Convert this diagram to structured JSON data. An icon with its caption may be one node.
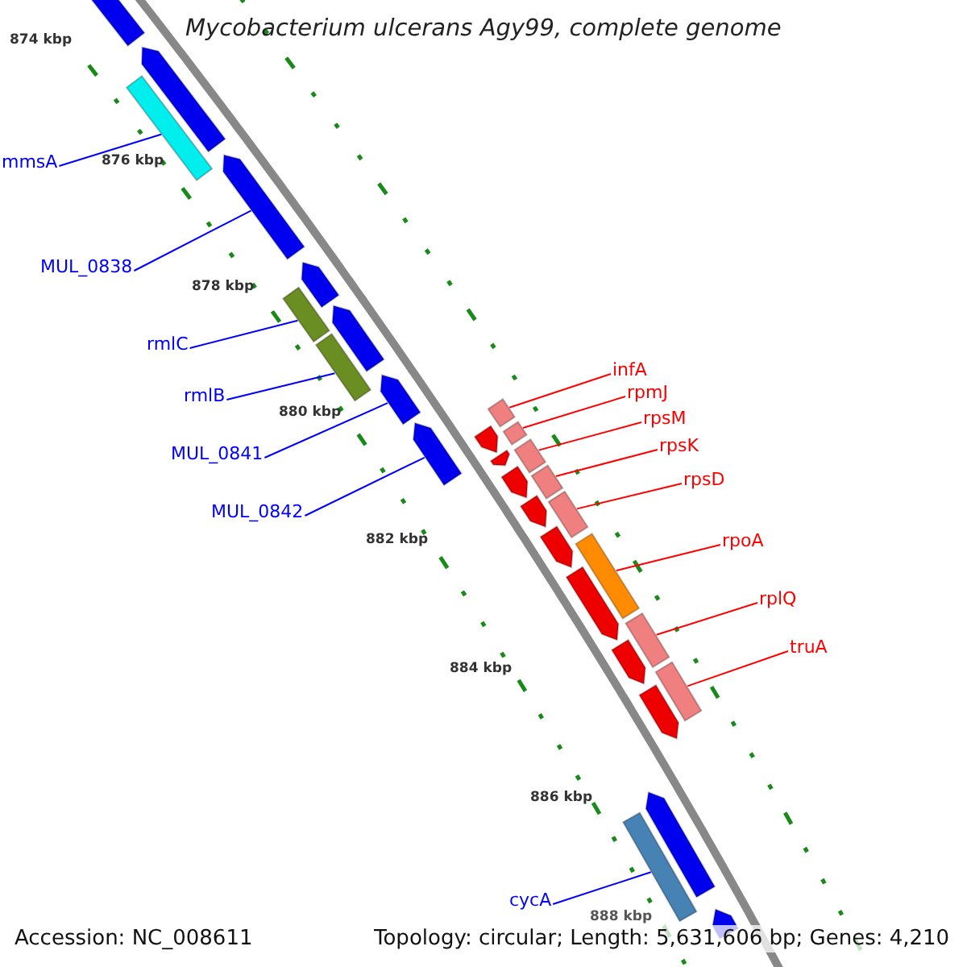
{
  "diagram": {
    "title": "Mycobacterium ulcerans Agy99, complete genome",
    "nodes": [
      {
        "text": [],
        "shape": "pentagon"
      },
      {
        "text": [],
        "shape": "pentagon"
      },
      {
        "text": [],
        "shape": "bar"
      },
      {
        "text": [],
        "shape": "pentagon"
      },
      {
        "text": [],
        "shape": "pentagon"
      },
      {
        "text": [],
        "shape": "bar"
      },
      {
        "text": [],
        "shape": "pentagon"
      },
      {
        "text": [],
        "shape": "bar"
      },
      {
        "text": [],
        "shape": "pentagon"
      },
      {
        "text": [],
        "shape": "pentagon"
      },
      {
        "text": [],
        "shape": "bar"
      },
      {
        "text": [],
        "shape": "pentagon"
      },
      {
        "text": [],
        "shape": "bar"
      },
      {
        "text": [],
        "shape": "pentagon"
      },
      {
        "text": [],
        "shape": "bar"
      },
      {
        "text": [],
        "shape": "pentagon"
      },
      {
        "text": [],
        "shape": "bar"
      },
      {
        "text": [],
        "shape": "pentagon"
      },
      {
        "text": [],
        "shape": "bar"
      },
      {
        "text": [],
        "shape": "pentagon"
      },
      {
        "text": [],
        "shape": "bar"
      },
      {
        "text": [],
        "shape": "pentagon"
      },
      {
        "text": [],
        "shape": "bar"
      },
      {
        "text": [],
        "shape": "pentagon"
      },
      {
        "text": [],
        "shape": "bar"
      },
      {
        "text": [],
        "shape": "pentagon"
      },
      {
        "text": [],
        "shape": "bar"
      },
      {
        "text": [],
        "shape": "pentagon"
      },
      {
        "text": [],
        "shape": "pentagon"
      },
      {
        "text": [
          "mmsA"
        ]
      },
      {
        "text": [
          "MUL_0838"
        ]
      },
      {
        "text": [
          "rmlC"
        ]
      },
      {
        "text": [
          "rmlB"
        ]
      },
      {
        "text": [
          "MUL_0841"
        ]
      },
      {
        "text": [
          "MUL_0842"
        ]
      },
      {
        "text": [
          "infA"
        ]
      },
      {
        "text": [
          "rpmJ"
        ]
      },
      {
        "text": [
          "rpsM"
        ]
      },
      {
        "text": [
          "rpsK"
        ]
      },
      {
        "text": [
          "rpsD"
        ]
      },
      {
        "text": [
          "rpoA"
        ]
      },
      {
        "text": [
          "rplQ"
        ]
      },
      {
        "text": [
          "truA"
        ]
      },
      {
        "text": [
          "cycA"
        ]
      }
    ],
    "edges": [
      {
        "from": 29,
        "to": 2,
        "arrow": "none",
        "color": "#0000ff"
      },
      {
        "from": 30,
        "to": 3,
        "arrow": "none",
        "color": "#0000ff"
      },
      {
        "from": 31,
        "to": 5,
        "arrow": "none",
        "color": "#0000ff"
      },
      {
        "from": 32,
        "to": 7,
        "arrow": "none",
        "color": "#0000ff"
      },
      {
        "from": 33,
        "to": 8,
        "arrow": "none",
        "color": "#0000ff"
      },
      {
        "from": 34,
        "to": 9,
        "arrow": "none",
        "color": "#0000ff"
      },
      {
        "from": 35,
        "to": 10,
        "arrow": "none"
      },
      {
        "from": 36,
        "to": 12,
        "arrow": "none"
      },
      {
        "from": 37,
        "to": 14,
        "arrow": "none"
      },
      {
        "from": 38,
        "to": 16,
        "arrow": "none"
      },
      {
        "from": 39,
        "to": 18,
        "arrow": "none"
      },
      {
        "from": 40,
        "to": 20,
        "arrow": "none"
      },
      {
        "from": 41,
        "to": 22,
        "arrow": "none"
      },
      {
        "from": 42,
        "to": 24,
        "arrow": "none"
      },
      {
        "from": 43,
        "to": 26,
        "arrow": "none",
        "color": "#0000ff"
      }
    ],
    "labels": [
      "874 kbp",
      "876 kbp",
      "878 kbp",
      "880 kbp",
      "882 kbp",
      "884 kbp",
      "886 kbp",
      "888 kbp",
      "Accession: NC_008611",
      "Topology: circular; Length: 5,631,606 bp; Genes: 4,210"
    ]
  }
}
